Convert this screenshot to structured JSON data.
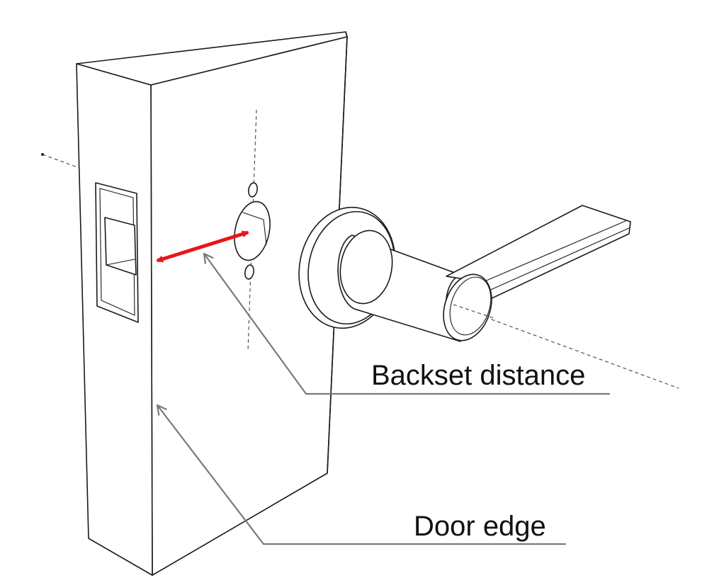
{
  "labels": {
    "backset": "Backset distance",
    "door_edge": "Door edge"
  },
  "colors": {
    "measure_arrow": "#e8141c",
    "leader": "#7a7a7a",
    "ink": "#1a1a1a"
  },
  "icons": {
    "door": "door-block",
    "lever": "door-lever-handle",
    "arrow": "double-headed-arrow"
  }
}
